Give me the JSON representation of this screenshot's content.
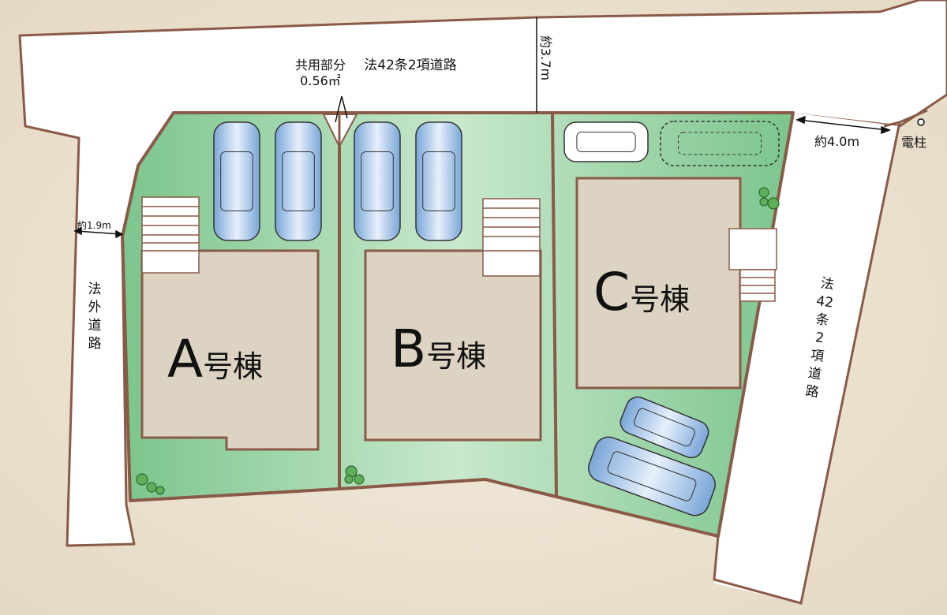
{
  "roads": {
    "top": "法42条2項道路",
    "left_vertical": [
      "法",
      "外",
      "道",
      "路"
    ],
    "right_vertical": [
      "法",
      "42",
      "条",
      "2",
      "項",
      "道",
      "路"
    ]
  },
  "measurements": {
    "top_width": "約3.7m",
    "right_width": "約4.0m",
    "left_width": "約1.9m"
  },
  "common_area": {
    "label": "共用部分",
    "area": "0.56㎡"
  },
  "utility_pole": "電柱",
  "buildings": [
    {
      "letter": "A",
      "suffix": "号棟"
    },
    {
      "letter": "B",
      "suffix": "号棟"
    },
    {
      "letter": "C",
      "suffix": "号棟"
    }
  ],
  "colors": {
    "lot": "#8fcf9a",
    "boundary": "#8a5a48",
    "house": "#dcd3c2",
    "road": "#ffffff",
    "background": "#ece3d2"
  }
}
